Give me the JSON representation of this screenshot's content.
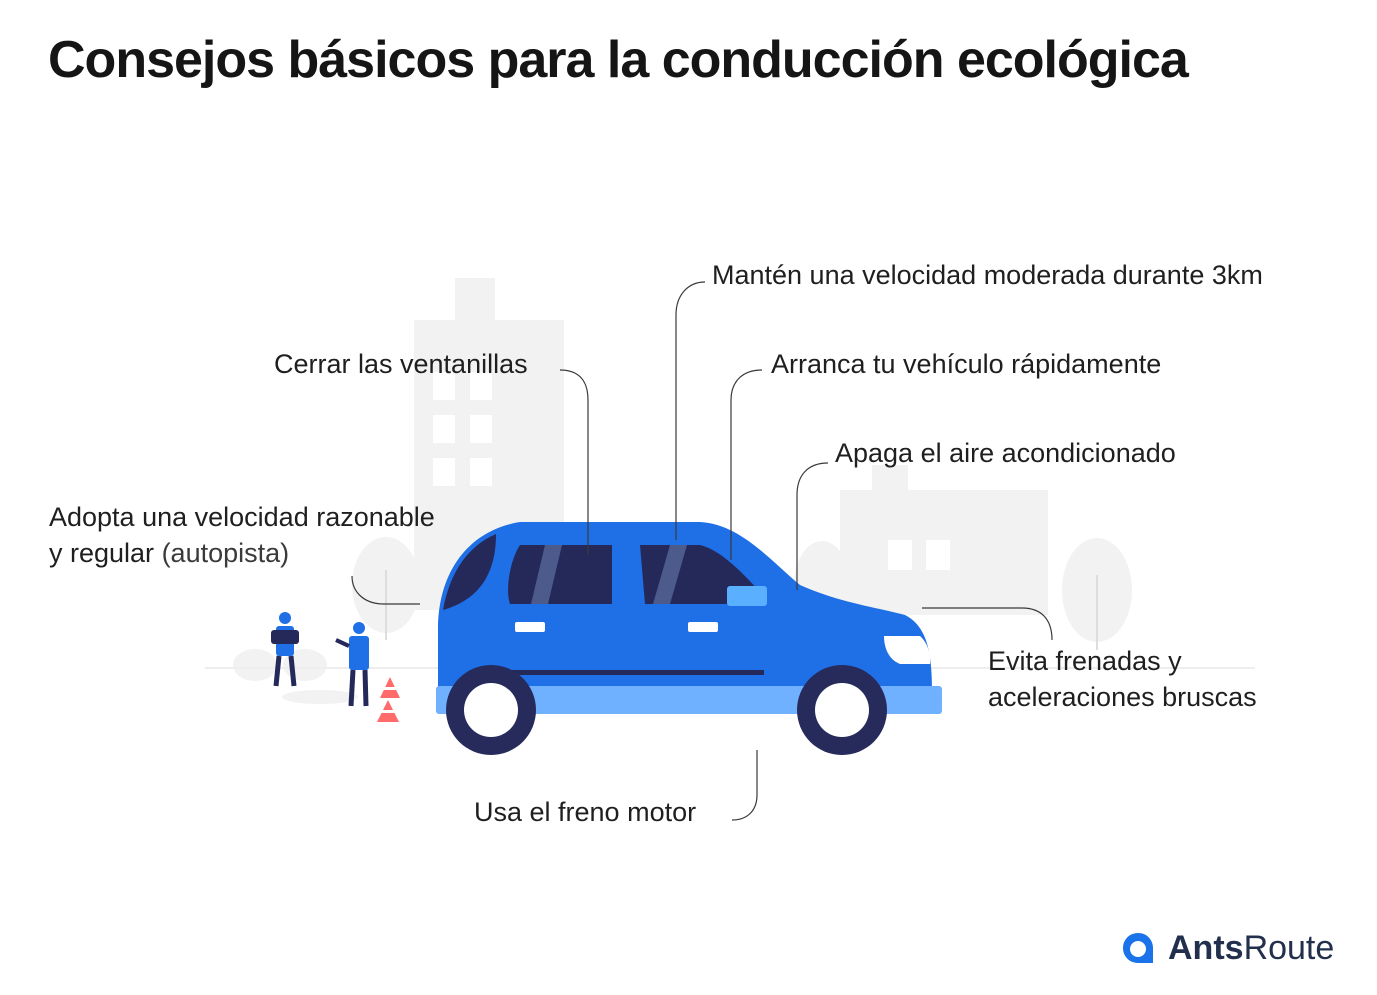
{
  "title": "Consejos básicos para la conducción ecológica",
  "tips": {
    "windows": "Cerrar las ventanillas",
    "moderate_speed": "Mantén una velocidad moderada durante 3km",
    "start_quickly": "Arranca tu vehículo rápidamente",
    "ac_off": "Apaga el aire acondicionado",
    "reasonable_speed_line1": "Adopta una velocidad razonable",
    "reasonable_speed_line2": "y regular",
    "reasonable_speed_note": "(autopista)",
    "avoid_braking_line1": "Evita frenadas y",
    "avoid_braking_line2": "aceleraciones bruscas",
    "engine_brake": "Usa el freno motor"
  },
  "brand": {
    "name_bold": "Ants",
    "name_regular": "Route",
    "logo_icon": "ants-route-logo-icon"
  },
  "colors": {
    "car_body": "#1f6fe6",
    "car_dark": "#25295a",
    "car_bumper": "#6fb0ff",
    "wheel": "#262b5c",
    "background_shapes": "#f2f2f2",
    "cone": "#ff6b6b",
    "brand_blue": "#1a73e8"
  }
}
